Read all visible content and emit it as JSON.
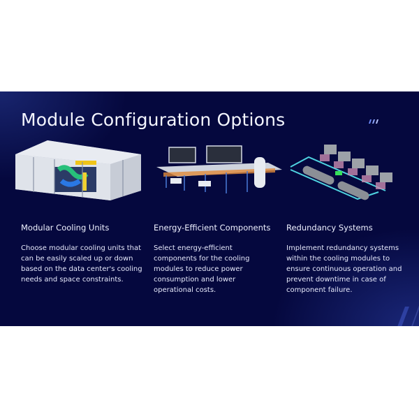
{
  "slide": {
    "title": "Module Configuration Options",
    "background_color": "#05083e",
    "accent_color": "#5a78ff",
    "columns": [
      {
        "image": "modular-cooling-unit-illustration",
        "heading": "Modular Cooling Units",
        "text": "Choose modular cooling units that can be easily scaled up or down based on the data center's cooling needs and space constraints."
      },
      {
        "image": "energy-efficient-cooling-plant-illustration",
        "heading": "Energy-Efficient Components",
        "text": "Select energy-efficient components for the cooling modules to reduce power consumption and lower operational costs."
      },
      {
        "image": "redundant-chiller-array-illustration",
        "heading": "Redundancy Systems",
        "text": "Implement redundancy systems within the cooling modules to ensure continuous operation and prevent downtime in case of component failure."
      }
    ]
  }
}
